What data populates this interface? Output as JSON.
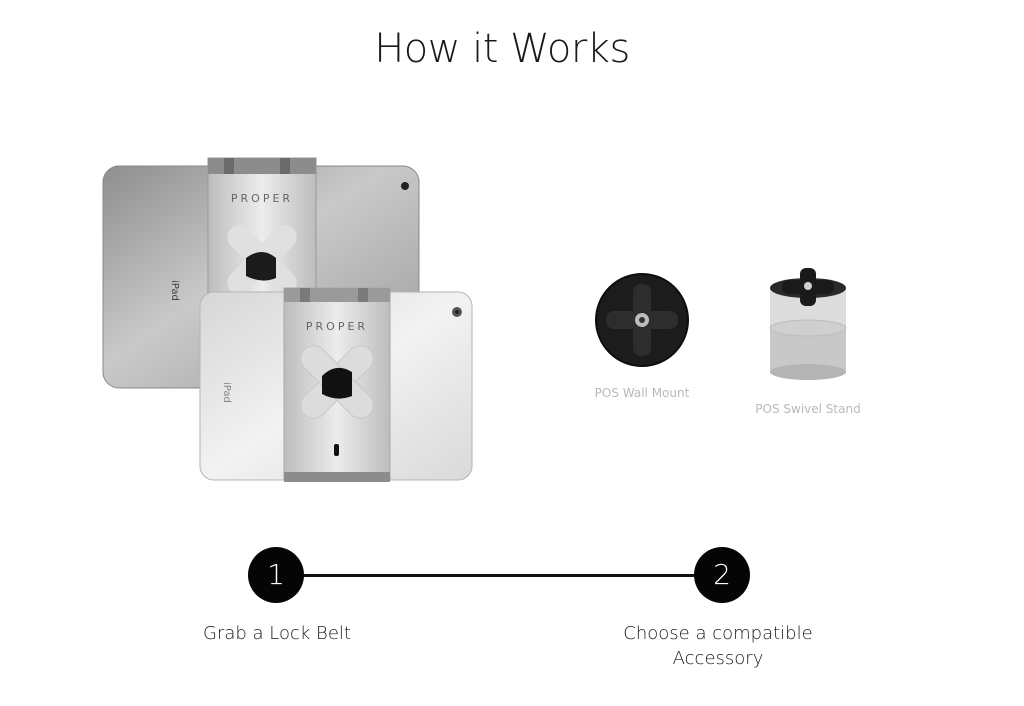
{
  "page": {
    "title": "How it Works"
  },
  "illustration": {
    "brand_text_back": "PROPER",
    "brand_text_front": "PROPER",
    "device_text_back": "iPad",
    "device_text_front": "iPad"
  },
  "accessories": [
    {
      "caption": "POS Wall Mount"
    },
    {
      "caption": "POS Swivel Stand"
    }
  ],
  "steps": [
    {
      "number": "1",
      "label_line1": "Grab a Lock Belt"
    },
    {
      "number": "2",
      "label_line1": "Choose a compatible",
      "label_line2": "Accessory"
    }
  ],
  "colors": {
    "accent": "#050505",
    "caption": "#b9b9b9"
  }
}
